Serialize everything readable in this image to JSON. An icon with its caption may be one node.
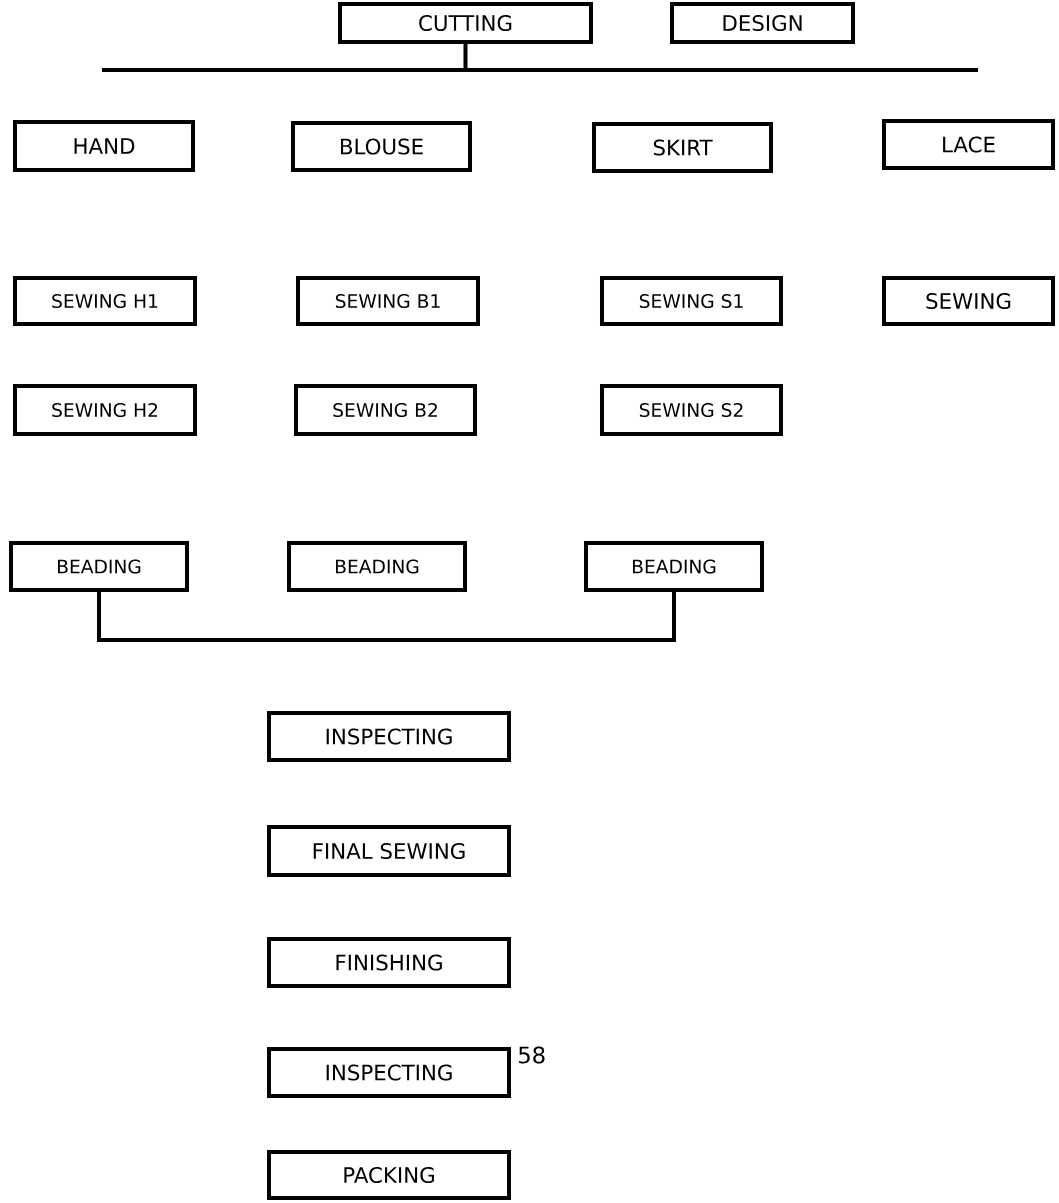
{
  "diagram": {
    "nodes": [
      {
        "text": [
          "CUTTING"
        ]
      },
      {
        "text": [
          "DESIGN"
        ]
      },
      {
        "text": [
          "HAND"
        ]
      },
      {
        "text": [
          "BLOUSE"
        ]
      },
      {
        "text": [
          "SKIRT"
        ]
      },
      {
        "text": [
          "LACE"
        ]
      },
      {
        "text": [
          "SEWING H1"
        ]
      },
      {
        "text": [
          "SEWING B1"
        ]
      },
      {
        "text": [
          "SEWING S1"
        ]
      },
      {
        "text": [
          "SEWING"
        ]
      },
      {
        "text": [
          "SEWING H2"
        ]
      },
      {
        "text": [
          "SEWING B2"
        ]
      },
      {
        "text": [
          "SEWING S2"
        ]
      },
      {
        "text": [
          "BEADING"
        ]
      },
      {
        "text": [
          "BEADING"
        ]
      },
      {
        "text": [
          "BEADING"
        ]
      },
      {
        "text": [
          "INSPECTING"
        ]
      },
      {
        "text": [
          "FINAL SEWING"
        ]
      },
      {
        "text": [
          "FINISHING"
        ]
      },
      {
        "text": [
          "INSPECTING"
        ]
      },
      {
        "text": [
          "PACKING"
        ]
      }
    ],
    "edges": [
      {
        "from": 0,
        "to": null,
        "arrow": "none"
      },
      {
        "from": 13,
        "to": 15,
        "arrow": "none"
      }
    ],
    "labels": [
      "58"
    ]
  }
}
